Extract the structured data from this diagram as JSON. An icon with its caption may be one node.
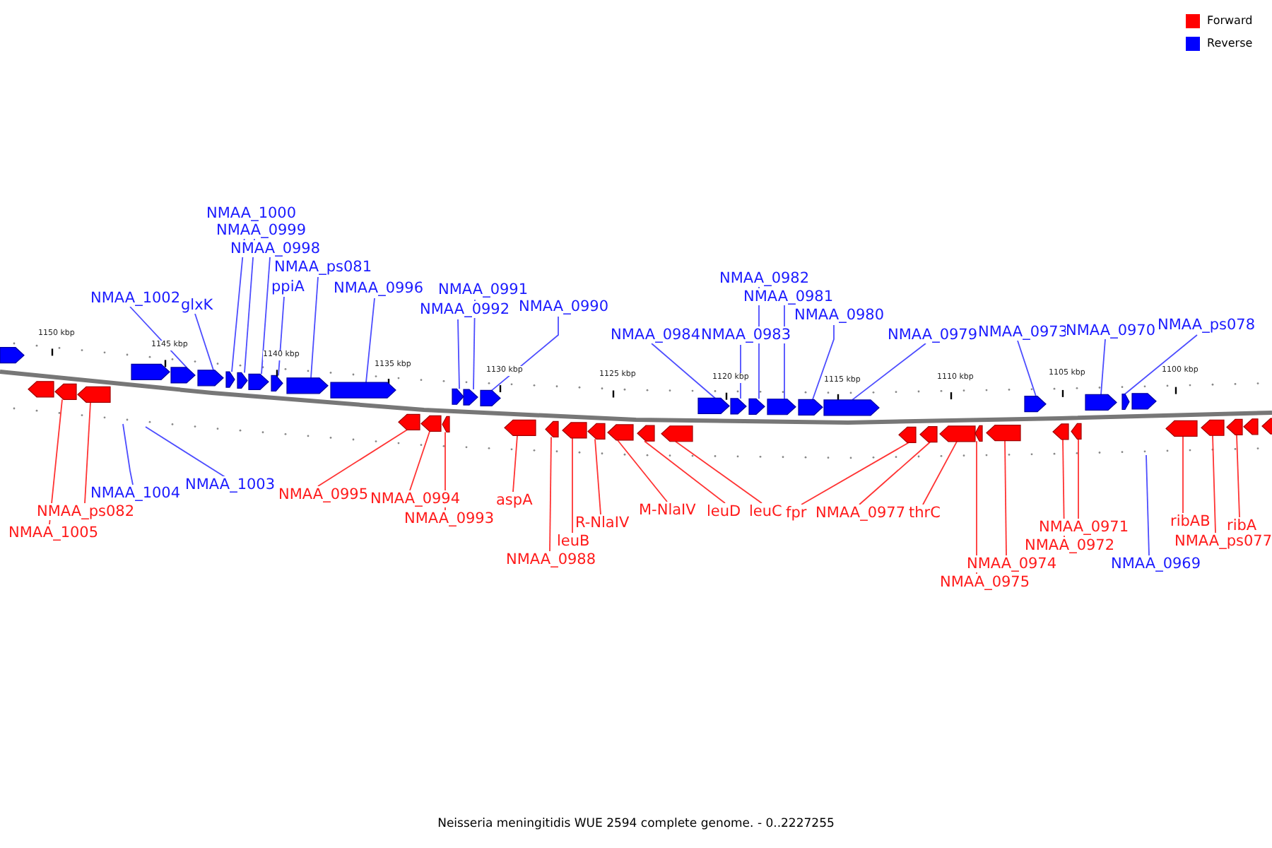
{
  "diagram": {
    "caption": "Neisseria meningitidis WUE 2594 complete genome. - 0..2227255",
    "nodes": [
      {
        "text": [
          "NMAA_1000"
        ]
      },
      {
        "text": [
          "NMAA_0999"
        ]
      },
      {
        "text": [
          "NMAA_0998"
        ]
      },
      {
        "text": [
          "NMAA_ps081"
        ]
      },
      {
        "text": [
          "ppiA"
        ]
      },
      {
        "text": [
          "NMAA_0996"
        ]
      },
      {
        "text": [
          "NMAA_1002"
        ]
      },
      {
        "text": [
          "glxK"
        ]
      },
      {
        "text": [
          "NMAA_0991"
        ]
      },
      {
        "text": [
          "NMAA_0992"
        ]
      },
      {
        "text": [
          "NMAA_0990"
        ]
      },
      {
        "text": [
          "NMAA_0982"
        ]
      },
      {
        "text": [
          "NMAA_0981"
        ]
      },
      {
        "text": [
          "NMAA_0980"
        ]
      },
      {
        "text": [
          "NMAA_0984"
        ]
      },
      {
        "text": [
          "NMAA_0983"
        ]
      },
      {
        "text": [
          "NMAA_0979"
        ]
      },
      {
        "text": [
          "NMAA_0973"
        ]
      },
      {
        "text": [
          "NMAA_0970"
        ]
      },
      {
        "text": [
          "NMAA_ps078"
        ]
      },
      {
        "text": [
          "NMAA_1004"
        ]
      },
      {
        "text": [
          "NMAA_ps082"
        ]
      },
      {
        "text": [
          "NMAA_1005"
        ]
      },
      {
        "text": [
          "NMAA_1003"
        ]
      },
      {
        "text": [
          "NMAA_0995"
        ]
      },
      {
        "text": [
          "NMAA_0994"
        ]
      },
      {
        "text": [
          "NMAA_0993"
        ]
      },
      {
        "text": [
          "aspA"
        ]
      },
      {
        "text": [
          "leuB"
        ]
      },
      {
        "text": [
          "NMAA_0988"
        ]
      },
      {
        "text": [
          "R-NlaIV"
        ]
      },
      {
        "text": [
          "M-NlaIV"
        ]
      },
      {
        "text": [
          "leuD"
        ]
      },
      {
        "text": [
          "leuC"
        ]
      },
      {
        "text": [
          "fpr"
        ]
      },
      {
        "text": [
          "NMAA_0977"
        ]
      },
      {
        "text": [
          "thrC"
        ]
      },
      {
        "text": [
          "NMAA_0974"
        ]
      },
      {
        "text": [
          "NMAA_0975"
        ]
      },
      {
        "text": [
          "NMAA_0971"
        ]
      },
      {
        "text": [
          "NMAA_0972"
        ]
      },
      {
        "text": [
          "NMAA_0969"
        ]
      },
      {
        "text": [
          "ribAB"
        ]
      },
      {
        "text": [
          "NMAA_ps077"
        ]
      },
      {
        "text": [
          "ribA"
        ]
      },
      {
        "text": [],
        "shape": "arrow"
      },
      {
        "text": [],
        "shape": "arrow"
      },
      {
        "text": [],
        "shape": "arrow"
      },
      {
        "text": [],
        "shape": "arrow"
      },
      {
        "text": [],
        "shape": "arrow"
      },
      {
        "text": [],
        "shape": "arrow"
      },
      {
        "text": [],
        "shape": "arrow"
      },
      {
        "text": [],
        "shape": "arrow"
      },
      {
        "text": [],
        "shape": "arrow"
      },
      {
        "text": [],
        "shape": "arrow"
      },
      {
        "text": [],
        "shape": "arrow"
      },
      {
        "text": [],
        "shape": "arrow"
      },
      {
        "text": [],
        "shape": "arrow"
      },
      {
        "text": [],
        "shape": "arrow"
      },
      {
        "text": [],
        "shape": "arrow"
      },
      {
        "text": [],
        "shape": "arrow"
      },
      {
        "text": [],
        "shape": "arrow"
      },
      {
        "text": [],
        "shape": "arrow"
      },
      {
        "text": [],
        "shape": "arrow"
      },
      {
        "text": [],
        "shape": "arrow"
      },
      {
        "text": [],
        "shape": "arrow"
      },
      {
        "text": [],
        "shape": "arrow"
      },
      {
        "text": [],
        "shape": "arrow"
      },
      {
        "text": [],
        "shape": "arrow"
      },
      {
        "text": [],
        "shape": "arrow"
      },
      {
        "text": [],
        "shape": "arrow"
      },
      {
        "text": [],
        "shape": "arrow"
      },
      {
        "text": [],
        "shape": "arrow"
      },
      {
        "text": [],
        "shape": "arrow"
      },
      {
        "text": [],
        "shape": "arrow"
      },
      {
        "text": [],
        "shape": "arrow"
      },
      {
        "text": [],
        "shape": "arrow"
      },
      {
        "text": [],
        "shape": "arrow"
      },
      {
        "text": [],
        "shape": "arrow"
      },
      {
        "text": [],
        "shape": "arrow"
      },
      {
        "text": [],
        "shape": "arrow"
      },
      {
        "text": [],
        "shape": "arrow"
      },
      {
        "text": [],
        "shape": "arrow"
      },
      {
        "text": [],
        "shape": "arrow"
      },
      {
        "text": [],
        "shape": "arrow"
      },
      {
        "text": [],
        "shape": "arrow"
      },
      {
        "text": [],
        "shape": "arrow"
      },
      {
        "text": [],
        "shape": "arrow"
      },
      {
        "text": [],
        "shape": "arrow"
      },
      {
        "text": [],
        "shape": "arrow"
      },
      {
        "text": [],
        "shape": "arrow"
      },
      {
        "text": [],
        "shape": "arrow"
      },
      {
        "text": [],
        "shape": "arrow"
      }
    ],
    "edges": [
      {
        "from": 0,
        "to": 49,
        "arrow": "none"
      },
      {
        "from": 1,
        "to": 50,
        "arrow": "none"
      },
      {
        "from": 2,
        "to": 51,
        "arrow": "none"
      },
      {
        "from": 3,
        "to": 53,
        "arrow": "none"
      },
      {
        "from": 4,
        "to": 52,
        "arrow": "none"
      },
      {
        "from": 5,
        "to": 54,
        "arrow": "none"
      },
      {
        "from": 6,
        "to": 47,
        "arrow": "none"
      },
      {
        "from": 7,
        "to": 48,
        "arrow": "none"
      },
      {
        "from": 8,
        "to": 56,
        "arrow": "none"
      },
      {
        "from": 9,
        "to": 55,
        "arrow": "none"
      },
      {
        "from": 10,
        "to": 57,
        "arrow": "none"
      },
      {
        "from": 11,
        "to": 60,
        "arrow": "none"
      },
      {
        "from": 12,
        "to": 61,
        "arrow": "none"
      },
      {
        "from": 13,
        "to": 62,
        "arrow": "none"
      },
      {
        "from": 14,
        "to": 58,
        "arrow": "none"
      },
      {
        "from": 15,
        "to": 59,
        "arrow": "none"
      },
      {
        "from": 16,
        "to": 63,
        "arrow": "none"
      },
      {
        "from": 17,
        "to": 64,
        "arrow": "none"
      },
      {
        "from": 18,
        "to": 65,
        "arrow": "none"
      },
      {
        "from": 19,
        "to": 66,
        "arrow": "none"
      },
      {
        "from": 20,
        "to": null,
        "arrow": "none"
      },
      {
        "from": 21,
        "to": 70,
        "arrow": "none",
        "color": "#ff3333"
      },
      {
        "from": 22,
        "to": 69,
        "arrow": "none",
        "color": "#ff3333"
      },
      {
        "from": 23,
        "to": null,
        "arrow": "none"
      },
      {
        "from": 24,
        "to": 71,
        "arrow": "none",
        "color": "#ff3333"
      },
      {
        "from": 25,
        "to": 72,
        "arrow": "none",
        "color": "#ff3333"
      },
      {
        "from": 26,
        "to": 73,
        "arrow": "none",
        "color": "#ff3333"
      },
      {
        "from": 27,
        "to": 74,
        "arrow": "none",
        "color": "#ff3333"
      },
      {
        "from": 28,
        "to": 76,
        "arrow": "none",
        "color": "#ff3333"
      },
      {
        "from": 29,
        "to": 75,
        "arrow": "none",
        "color": "#ff3333"
      },
      {
        "from": 30,
        "to": 77,
        "arrow": "none",
        "color": "#ff3333"
      },
      {
        "from": 31,
        "to": 78,
        "arrow": "none",
        "color": "#ff3333"
      },
      {
        "from": 32,
        "to": 79,
        "arrow": "none",
        "color": "#ff3333"
      },
      {
        "from": 33,
        "to": 80,
        "arrow": "none",
        "color": "#ff3333"
      },
      {
        "from": 34,
        "to": 81,
        "arrow": "none",
        "color": "#ff3333"
      },
      {
        "from": 35,
        "to": 82,
        "arrow": "none",
        "color": "#ff3333"
      },
      {
        "from": 36,
        "to": 83,
        "arrow": "none",
        "color": "#ff3333"
      },
      {
        "from": 37,
        "to": 85,
        "arrow": "none",
        "color": "#ff3333"
      },
      {
        "from": 38,
        "to": 84,
        "arrow": "none",
        "color": "#ff3333"
      },
      {
        "from": 39,
        "to": 87,
        "arrow": "none",
        "color": "#ff3333"
      },
      {
        "from": 40,
        "to": 86,
        "arrow": "none",
        "color": "#ff3333"
      },
      {
        "from": 41,
        "to": null,
        "arrow": "none"
      },
      {
        "from": 42,
        "to": 88,
        "arrow": "none",
        "color": "#ff3333"
      },
      {
        "from": 43,
        "to": 89,
        "arrow": "none",
        "color": "#ff3333"
      },
      {
        "from": 44,
        "to": 90,
        "arrow": "none",
        "color": "#ff3333"
      }
    ],
    "labels": [
      "1150 kbp",
      "1145 kbp",
      "1140 kbp",
      "1135 kbp",
      "1130 kbp",
      "1125 kbp",
      "1120 kbp",
      "1115 kbp",
      "1110 kbp",
      "1105 kbp",
      "1100 kbp"
    ],
    "legend": [
      {
        "text": "Forward",
        "color": "#ff0000"
      },
      {
        "text": "Reverse",
        "color": "#0000ff"
      }
    ]
  }
}
